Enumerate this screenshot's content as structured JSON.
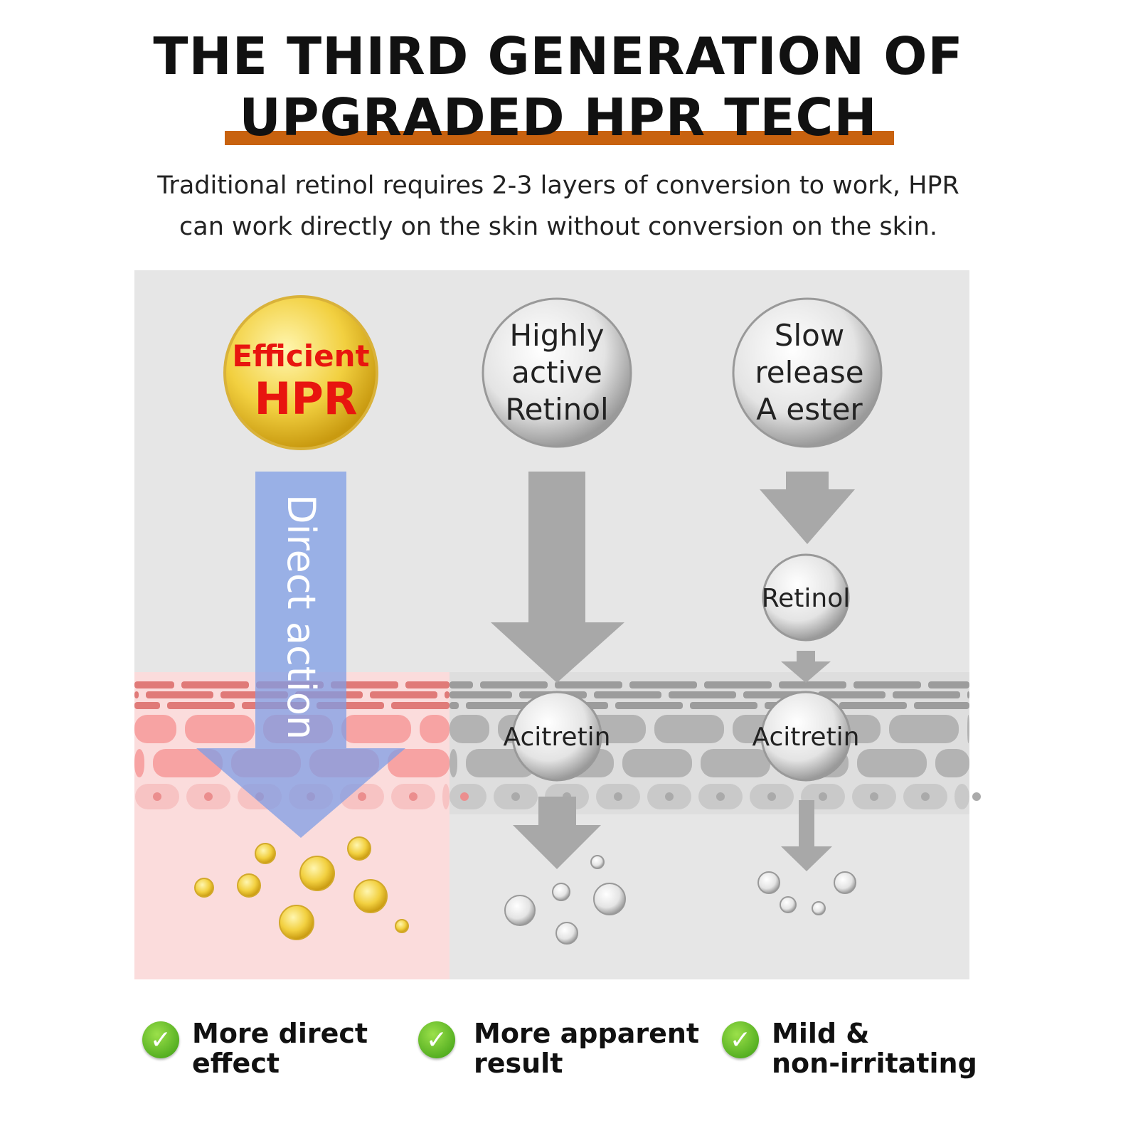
{
  "header": {
    "title_line1": "THE THIRD GENERATION OF",
    "title_line2": "UPGRADED HPR TECH",
    "accent_color": "#c8620f"
  },
  "subtitle": {
    "line1": "Traditional retinol requires 2-3 layers of conversion to work, HPR",
    "line2": "can work directly on the skin without conversion on the skin."
  },
  "diagram": {
    "hpr": {
      "line1": "Efficient",
      "line2": "HPR",
      "arrow_label": "Direct action"
    },
    "retinol": {
      "line1": "Highly",
      "line2": "active",
      "line3": "Retinol",
      "result": "Acitretin"
    },
    "ester": {
      "line1": "Slow",
      "line2": "release",
      "line3": "A ester",
      "middle": "Retinol",
      "result": "Acitretin"
    }
  },
  "features": [
    {
      "line1": "More direct",
      "line2": "effect"
    },
    {
      "line1": "More apparent",
      "line2": "result"
    },
    {
      "line1": "Mild &",
      "line2": "non-irritating"
    }
  ],
  "icons": {
    "check": "✓"
  }
}
